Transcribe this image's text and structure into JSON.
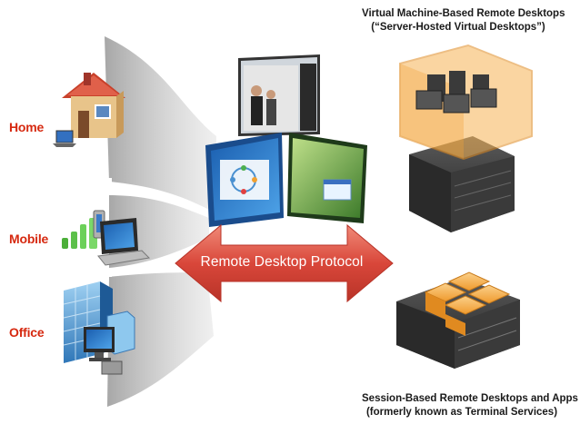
{
  "locations": {
    "home": "Home",
    "mobile": "Mobile",
    "office": "Office"
  },
  "protocol_label": "Remote Desktop Protocol",
  "vm_caption": {
    "line1": "Virtual Machine-Based Remote Desktops",
    "line2": "(“Server-Hosted Virtual Desktops”)"
  },
  "session_caption": {
    "line1": "Session-Based Remote Desktops and Apps",
    "line2": "(formerly known as Terminal Services)"
  },
  "colors": {
    "label_red": "#d62910",
    "arrow_red": "#d9473a",
    "server_orange": "#f2a43a",
    "funnel_gray": "#c8c8c8"
  },
  "icons": [
    "house-icon",
    "mobile-devices-icon",
    "office-building-icon",
    "server-rack-icon",
    "virtual-machines-icon",
    "session-apps-icon"
  ]
}
